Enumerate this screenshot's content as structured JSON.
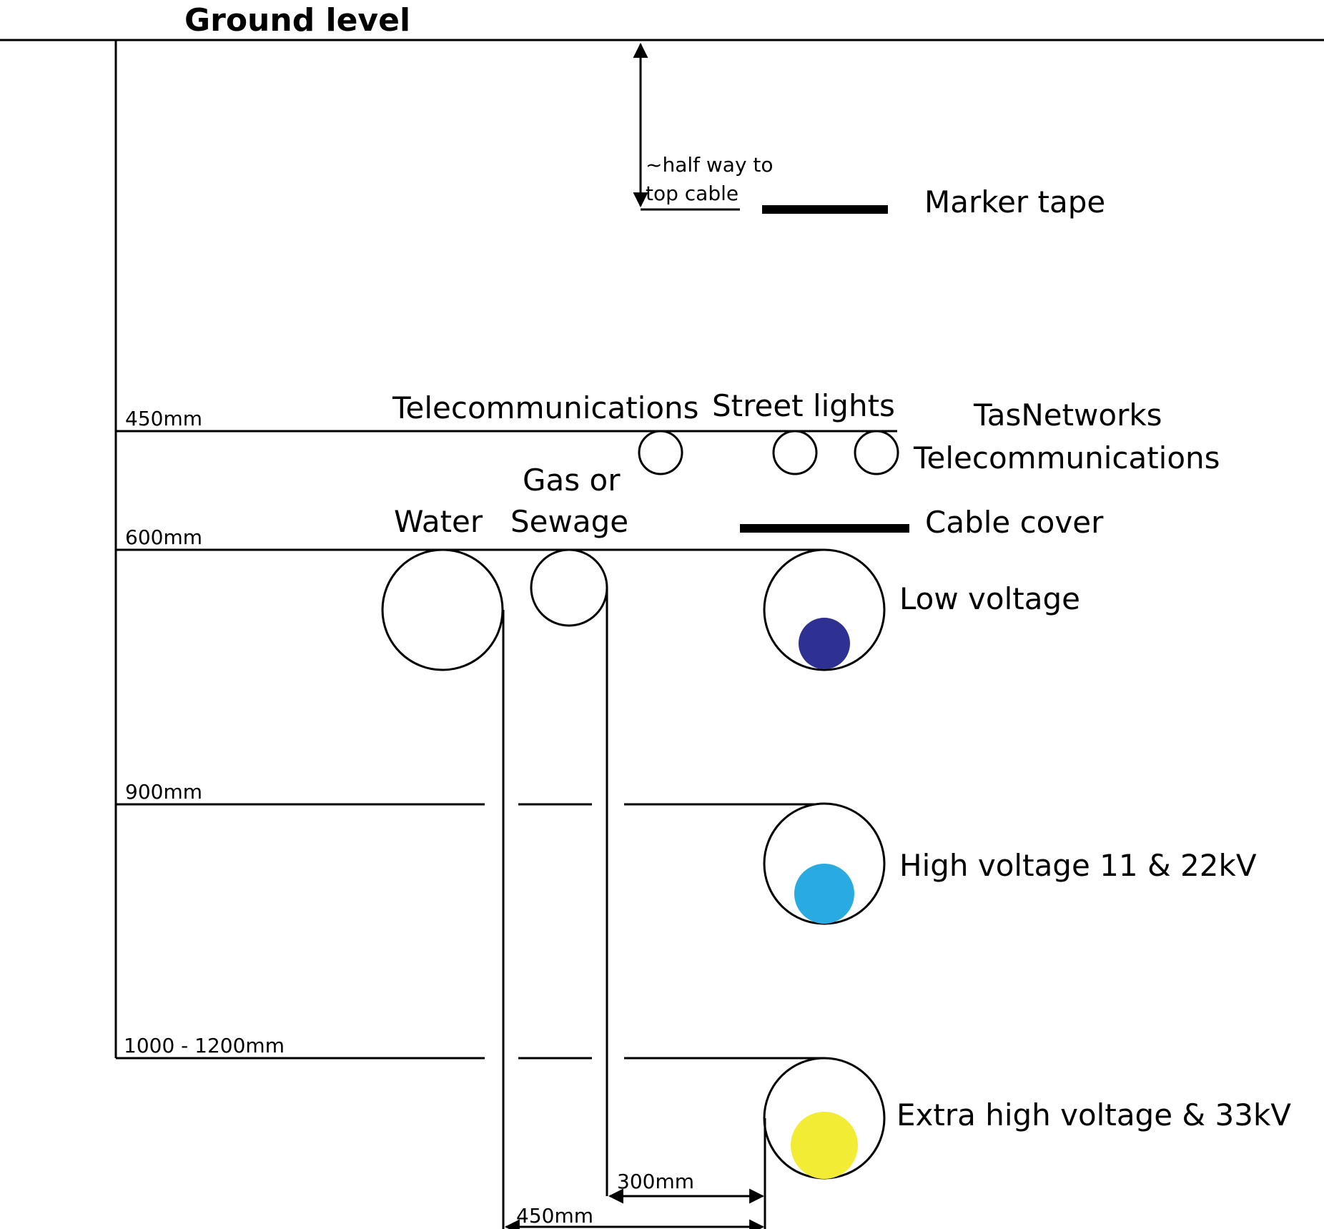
{
  "ground_label": "Ground level",
  "depths": {
    "d450": "450mm",
    "d600": "600mm",
    "d900": "900mm",
    "d1000": "1000 - 1200mm"
  },
  "labels": {
    "marker_tape": "Marker tape",
    "half_way_line1": "~half way to",
    "half_way_line2": "top cable",
    "telecommunications": "Telecommunications",
    "street_lights": "Street lights",
    "tasnetworks_line1": "TasNetworks",
    "tasnetworks_line2": "Telecommunications",
    "gas_line1": "Gas or",
    "gas_line2": "Sewage",
    "water": "Water",
    "cable_cover": "Cable cover",
    "low_voltage": "Low voltage",
    "high_voltage": "High voltage 11 & 22kV",
    "extra_high_voltage": "Extra high voltage & 33kV"
  },
  "spacing": {
    "gas_to_cable": "300mm",
    "water_to_cable": "450mm"
  },
  "colors": {
    "low_voltage_core": "#2e3192",
    "high_voltage_core": "#29abe2",
    "extra_high_voltage_core": "#f2ec34",
    "line": "#000000"
  }
}
